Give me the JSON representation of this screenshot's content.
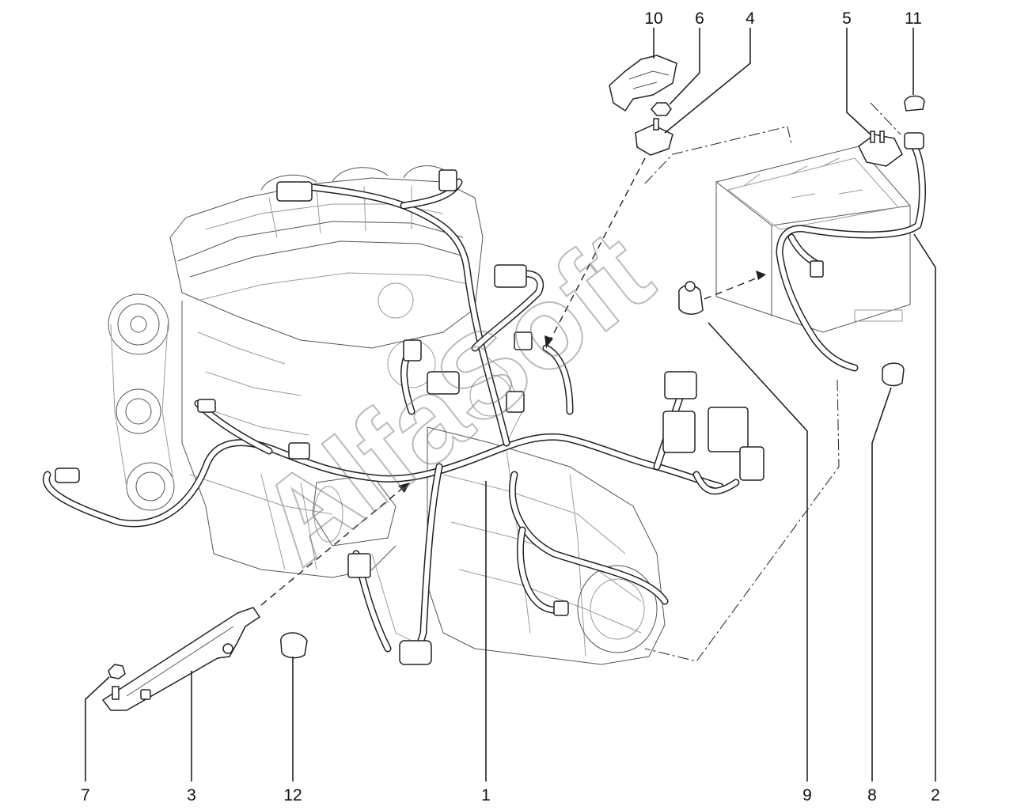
{
  "diagram": {
    "watermark": "AlfaSoft",
    "callouts": [
      {
        "id": "10",
        "label": "10"
      },
      {
        "id": "6",
        "label": "6"
      },
      {
        "id": "4",
        "label": "4"
      },
      {
        "id": "5",
        "label": "5"
      },
      {
        "id": "11",
        "label": "11"
      },
      {
        "id": "7",
        "label": "7"
      },
      {
        "id": "3",
        "label": "3"
      },
      {
        "id": "12",
        "label": "12"
      },
      {
        "id": "1",
        "label": "1"
      },
      {
        "id": "9",
        "label": "9"
      },
      {
        "id": "8",
        "label": "8"
      },
      {
        "id": "2",
        "label": "2"
      }
    ]
  }
}
